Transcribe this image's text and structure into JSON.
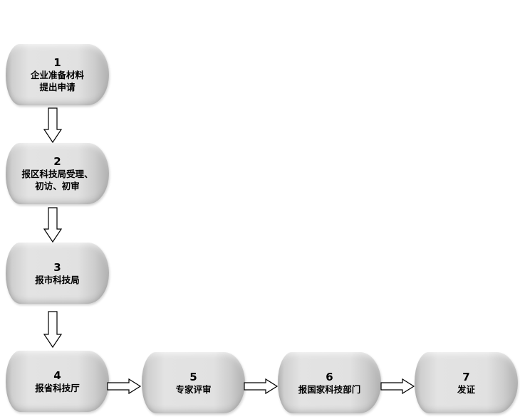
{
  "steps": [
    {
      "number": "1",
      "lines": [
        "企业准备材料",
        "提出申请"
      ]
    },
    {
      "number": "2",
      "lines": [
        "报区科技局受理、",
        "初访、初审"
      ]
    },
    {
      "number": "3",
      "lines": [
        "报市科技局"
      ]
    },
    {
      "number": "4",
      "lines": [
        "报省科技厅"
      ]
    },
    {
      "number": "5",
      "lines": [
        "专家评审"
      ]
    },
    {
      "number": "6",
      "lines": [
        "报国家科技部门"
      ]
    },
    {
      "number": "7",
      "lines": [
        "发证"
      ]
    }
  ]
}
